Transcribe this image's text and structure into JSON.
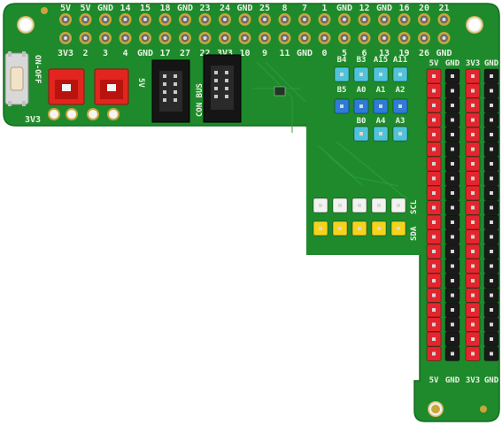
{
  "board": {
    "pcb_color": "#1e8a2c",
    "mount_holes": 4
  },
  "gpio_header": {
    "top_labels": [
      "5V",
      "5V",
      "GND",
      "14",
      "15",
      "18",
      "GND",
      "23",
      "24",
      "GND",
      "25",
      "8",
      "7",
      "1",
      "GND",
      "12",
      "GND",
      "16",
      "20",
      "21"
    ],
    "bottom_labels": [
      "3V3",
      "2",
      "3",
      "4",
      "GND",
      "17",
      "27",
      "22",
      "3V3",
      "10",
      "9",
      "11",
      "GND",
      "0",
      "5",
      "6",
      "13",
      "19",
      "26",
      "GND"
    ]
  },
  "left_section": {
    "switch_label": "ON-OFF",
    "power_label": "5V",
    "bottom_power_label": "3V3",
    "connector_labels": [
      "5V",
      "3V3"
    ]
  },
  "ribbon_label": "CON BUS",
  "analog": {
    "row1_labels": [
      "B4",
      "B3",
      "A15",
      "A11"
    ],
    "row2_labels": [
      "B5",
      "A0",
      "A1",
      "A2"
    ],
    "row3_labels": [
      "B0",
      "A4",
      "A3"
    ],
    "row1_color": "#4fc3d9",
    "row2_color": "#2e7bd8",
    "row3_color": "#4fc3d9"
  },
  "i2c": {
    "labels": [
      "SDA",
      "SCL"
    ],
    "white_pins": 5,
    "yellow_pins": 5
  },
  "rail": {
    "top_labels": [
      "5V",
      "GND",
      "3V3",
      "GND"
    ],
    "bottom_labels": [
      "5V",
      "GND",
      "3V3",
      "GND"
    ],
    "colors": [
      "#e3262e",
      "#1a1a1a",
      "#e3262e",
      "#1a1a1a"
    ],
    "rows": 20
  }
}
